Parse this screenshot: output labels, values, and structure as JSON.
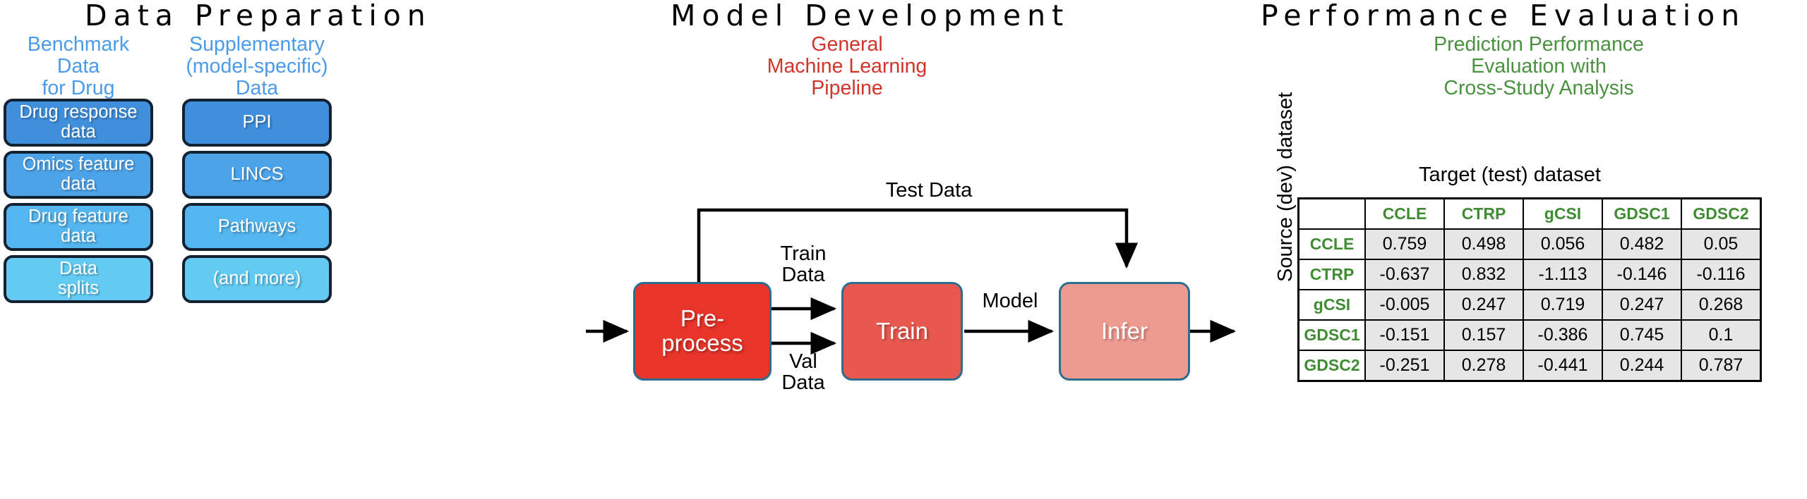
{
  "panels": [
    {
      "title": "Data Preparation"
    },
    {
      "title": "Model Development"
    },
    {
      "title": "Performance Evaluation"
    }
  ],
  "data_preparation": {
    "columns": [
      {
        "subtitle": "Benchmark Data\nfor Drug Response\nPrediction",
        "subtitle_color": "#4a9bea",
        "boxes": [
          {
            "label": "Drug response\ndata",
            "color": "#3f8fdc"
          },
          {
            "label": "Omics feature\ndata",
            "color": "#4da3e8"
          },
          {
            "label": "Drug feature\ndata",
            "color": "#55b5ef"
          },
          {
            "label": "Data\nsplits",
            "color": "#63cbf3"
          }
        ]
      },
      {
        "subtitle": "Supplementary\n(model-specific)\nData",
        "subtitle_color": "#4a9bea",
        "boxes": [
          {
            "label": "PPI",
            "color": "#3f8fdc"
          },
          {
            "label": "LINCS",
            "color": "#4da3e8"
          },
          {
            "label": "Pathways",
            "color": "#55b5ef"
          },
          {
            "label": "(and more)",
            "color": "#63cbf3"
          }
        ]
      }
    ]
  },
  "model_development": {
    "subtitle": "General\nMachine Learning\nPipeline",
    "subtitle_color": "#d3342a",
    "nodes": [
      {
        "name": "preprocess",
        "label": "Pre-\nprocess",
        "color": "#e8342a"
      },
      {
        "name": "train",
        "label": "Train",
        "color": "#e8584f"
      },
      {
        "name": "infer",
        "label": "Infer",
        "color": "#ee9a90"
      }
    ],
    "edge_labels": {
      "test_data": "Test Data",
      "train_data": "Train\nData",
      "val_data": "Val\nData",
      "model": "Model"
    },
    "border_color": "#2d6e8e"
  },
  "performance_evaluation": {
    "subtitle": "Prediction Performance\nEvaluation with\nCross-Study Analysis",
    "subtitle_color": "#4a9140",
    "table": {
      "top_caption": "Target (test) dataset",
      "left_caption": "Source (dev) dataset",
      "corner": "",
      "columns": [
        "CCLE",
        "CTRP",
        "gCSI",
        "GDSC1",
        "GDSC2"
      ],
      "rows": [
        {
          "header": "CCLE",
          "values": [
            "0.759",
            "0.498",
            "0.056",
            "0.482",
            "0.05"
          ]
        },
        {
          "header": "CTRP",
          "values": [
            "-0.637",
            "0.832",
            "-1.113",
            "-0.146",
            "-0.116"
          ]
        },
        {
          "header": "gCSI",
          "values": [
            "-0.005",
            "0.247",
            "0.719",
            "0.247",
            "0.268"
          ]
        },
        {
          "header": "GDSC1",
          "values": [
            "-0.151",
            "0.157",
            "-0.386",
            "0.745",
            "0.1"
          ]
        },
        {
          "header": "GDSC2",
          "values": [
            "-0.251",
            "0.278",
            "-0.441",
            "0.244",
            "0.787"
          ]
        }
      ],
      "header_color": "#3f8c33",
      "cell_bg": "#e6e6e6"
    }
  }
}
